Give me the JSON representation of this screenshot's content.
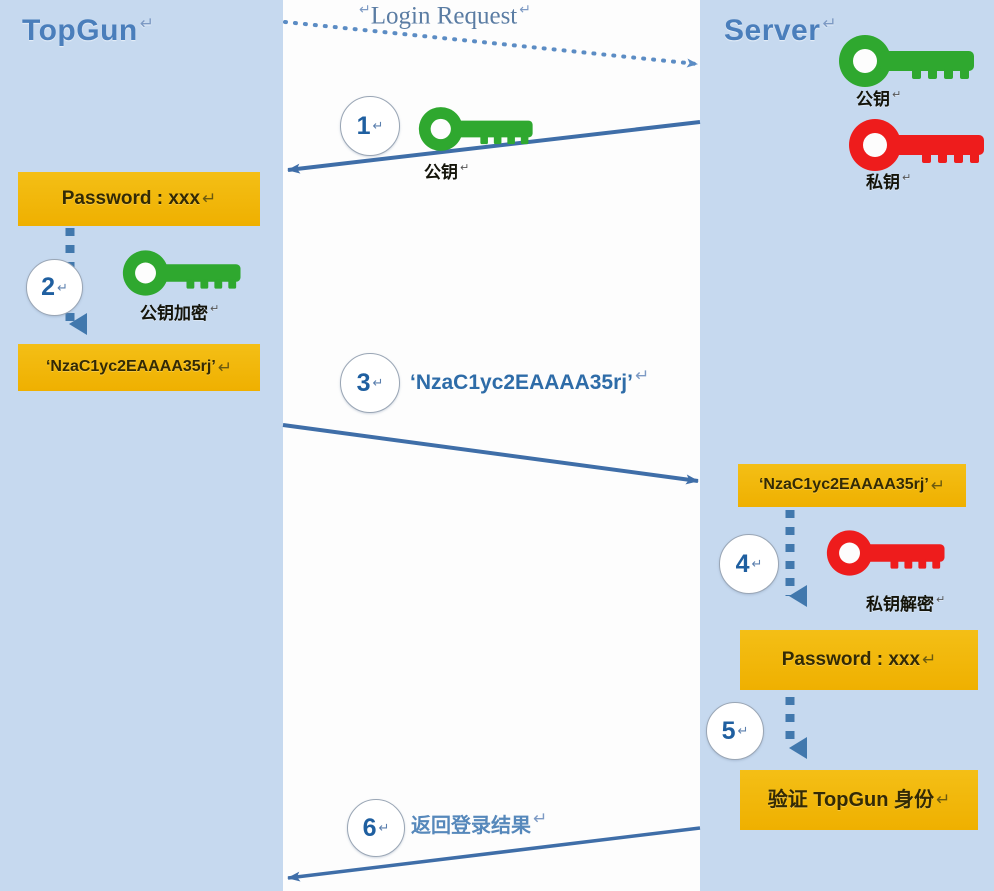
{
  "diagram": {
    "title": "SSH public-key login handshake",
    "lanes": [
      {
        "id": "client",
        "label": "TopGun",
        "pilcrow": "↵"
      },
      {
        "id": "server",
        "label": "Server",
        "pilcrow": "↵"
      }
    ],
    "pilcrow": "↵",
    "colors": {
      "lane_bg": "#c6d9ef",
      "mid_bg": "#fdfdfd",
      "amber": "#f2b70e",
      "title_blue": "#4a7ebb",
      "arrow_blue": "#3f6ea8",
      "step_text_blue": "#1f5fa0",
      "public_key_green": "#2fa82f",
      "private_key_red": "#ee1c1c",
      "dotted_blue": "#4a7ebb"
    },
    "login_request": {
      "label": "Login Request",
      "pilcrow": "↵"
    },
    "keys": {
      "public": {
        "name": "public-key",
        "caption": "公钥",
        "pilcrow": "↵",
        "color": "#2fa82f"
      },
      "private": {
        "name": "private-key",
        "caption": "私钥",
        "pilcrow": "↵",
        "color": "#ee1c1c"
      },
      "encrypt_caption": "公钥加密",
      "decrypt_caption": "私钥解密"
    },
    "boxes": {
      "password_client": {
        "text": "Password : xxx",
        "pilcrow": "↵"
      },
      "cipher_client": {
        "text": "‘NzaC1yc2EAAAA35rj’",
        "pilcrow": "↵"
      },
      "cipher_server": {
        "text": "‘NzaC1yc2EAAAA35rj’",
        "pilcrow": "↵"
      },
      "password_server": {
        "text": "Password : xxx",
        "pilcrow": "↵"
      },
      "verify_server": {
        "text": "验证 TopGun 身份",
        "pilcrow": "↵"
      }
    },
    "steps": [
      {
        "number": "1",
        "pilcrow": "↵",
        "label": "公钥",
        "direction": "server-to-client"
      },
      {
        "number": "2",
        "pilcrow": "↵",
        "label": "公钥加密",
        "direction": "client-internal"
      },
      {
        "number": "3",
        "pilcrow": "↵",
        "label": "‘NzaC1yc2EAAAA35rj’",
        "direction": "client-to-server"
      },
      {
        "number": "4",
        "pilcrow": "↵",
        "label": "私钥解密",
        "direction": "server-internal"
      },
      {
        "number": "5",
        "pilcrow": "↵",
        "label": "验证 TopGun 身份",
        "direction": "server-internal"
      },
      {
        "number": "6",
        "pilcrow": "↵",
        "label": "返回登录结果",
        "direction": "server-to-client"
      }
    ]
  }
}
